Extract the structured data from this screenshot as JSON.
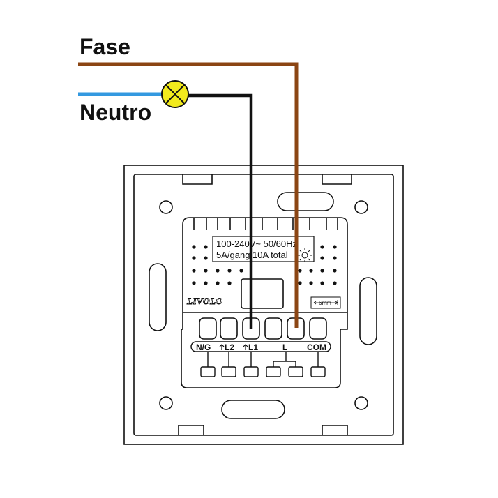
{
  "labels": {
    "phase": "Fase",
    "neutral": "Neutro"
  },
  "spec_lines": [
    "100-240V~ 50/60Hz",
    "5A/gang 10A total"
  ],
  "brand": "LIVOLO",
  "gap_label": "6mm",
  "terminals": [
    "N/G",
    "L2",
    "L1",
    "L",
    "COM"
  ],
  "colors": {
    "phase_wire": "#8B4513",
    "neutral_wire": "#3399E0",
    "switched_wire": "#111111",
    "lamp": "#F2EA1D",
    "outline": "#111111"
  },
  "icons": [
    "lamp-icon",
    "light-bulb-icon",
    "arrow-up-icon"
  ]
}
